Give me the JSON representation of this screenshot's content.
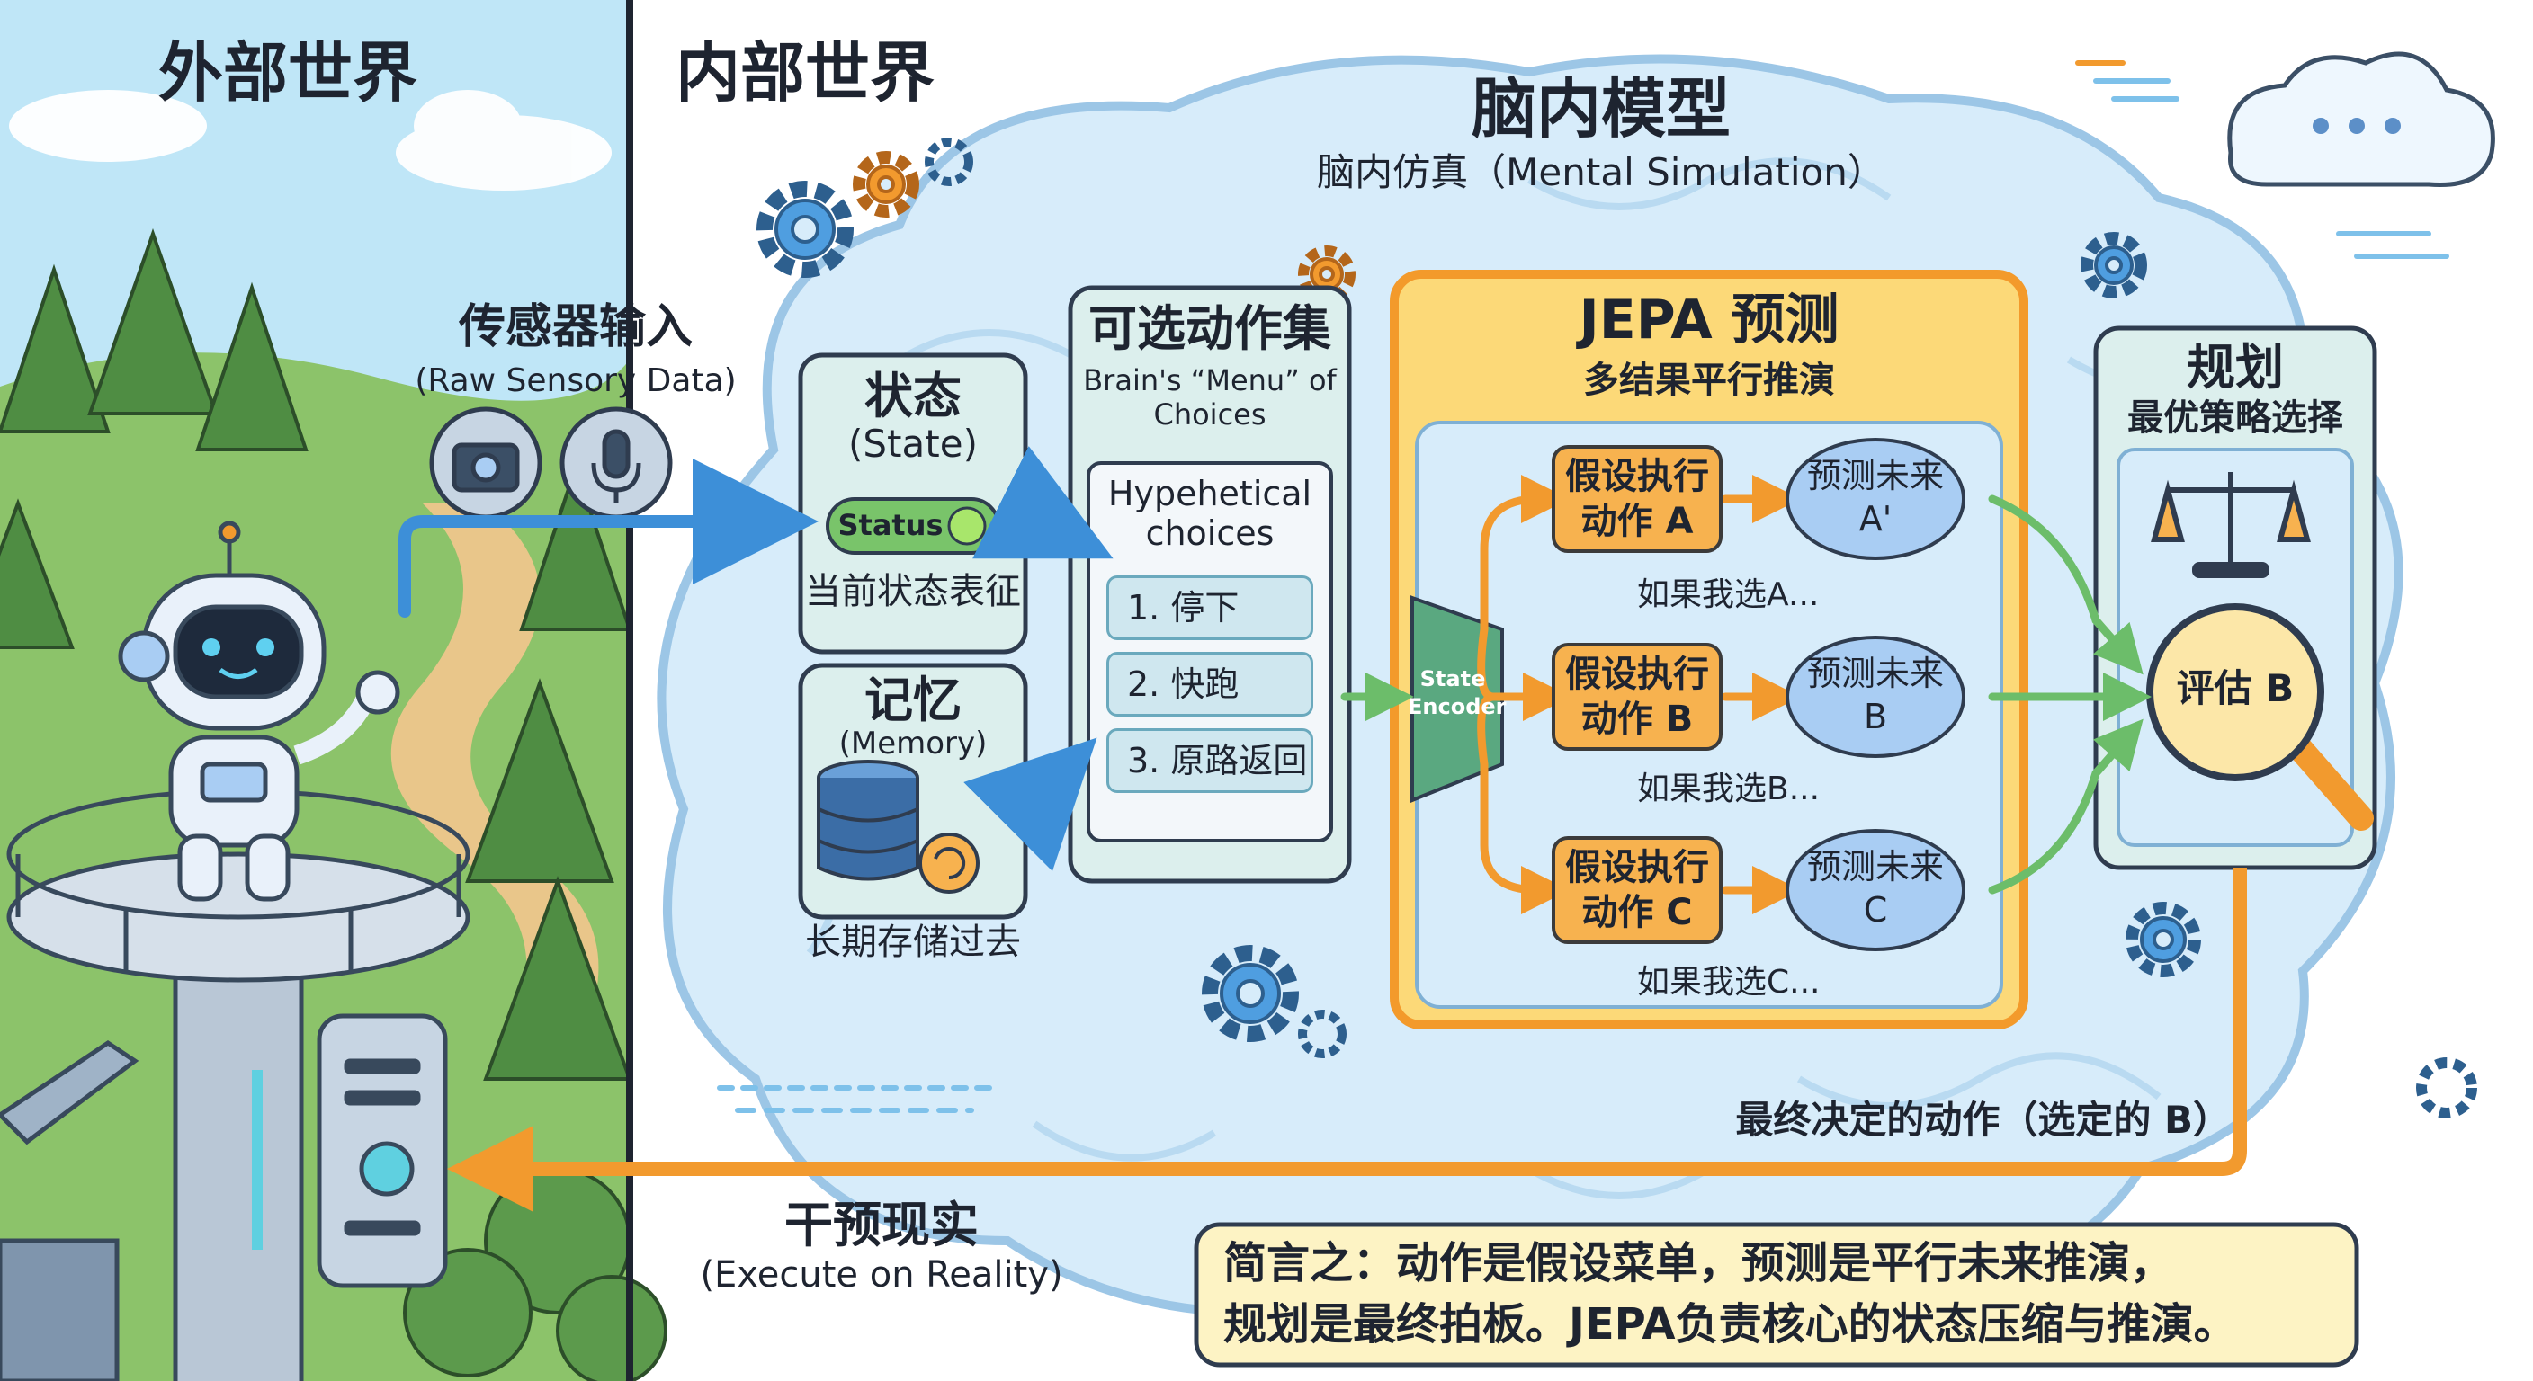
{
  "world": {
    "external_title": "外部世界",
    "internal_title": "内部世界"
  },
  "brain": {
    "title": "脑内模型",
    "subtitle": "脑内仿真（Mental Simulation）"
  },
  "sensor": {
    "title": "传感器输入",
    "subtitle": "(Raw Sensory Data)"
  },
  "state": {
    "title": "状态",
    "subtitle": "(State)",
    "badge": "Status",
    "caption": "当前状态表征"
  },
  "memory": {
    "title": "记忆",
    "subtitle": "(Memory)",
    "caption": "长期存储过去"
  },
  "menu": {
    "title": "可选动作集",
    "subtitle_line1": "Brain's “Menu” of",
    "subtitle_line2": "Choices",
    "card_title_line1": "Hypehetical",
    "card_title_line2": "choices",
    "items": [
      "1. 停下",
      "2. 快跑",
      "3. 原路返回"
    ]
  },
  "encoder": {
    "line1": "State",
    "line2": "Encoder"
  },
  "jepa": {
    "title": "JEPA 预测",
    "subtitle": "多结果平行推演",
    "branches": [
      {
        "action_line1": "假设执行",
        "action_line2": "动作 A",
        "predict_line1": "预测未来",
        "predict_line2": "A'",
        "if_selected": "如果我选A..."
      },
      {
        "action_line1": "假设执行",
        "action_line2": "动作 B",
        "predict_line1": "预测未来",
        "predict_line2": "B",
        "if_selected": "如果我选B..."
      },
      {
        "action_line1": "假设执行",
        "action_line2": "动作 C",
        "predict_line1": "预测未来",
        "predict_line2": "C",
        "if_selected": "如果我选C..."
      }
    ]
  },
  "planning": {
    "title": "规划",
    "subtitle": "最优策略选择",
    "evaluate": "评估 B"
  },
  "final_action": "最终决定的动作（选定的 B）",
  "execute": {
    "title": "干预现实",
    "subtitle": "(Execute on Reality)"
  },
  "summary": {
    "line1": "简言之：动作是假设菜单，预测是平行未来推演，",
    "line2": "规划是最终拍板。JEPA负责核心的状态压缩与推演。"
  },
  "colors": {
    "sky": "#bfe6f7",
    "forest": "#5c9a4c",
    "brain_fill": "#d7ecfa",
    "brain_outline": "#9cc6e6",
    "panel_teal": "#dcefed",
    "jepa_orange": "#f39a2b",
    "jepa_yellow": "#fcd978",
    "arrow_blue": "#3d8fd8",
    "arrow_orange": "#f29a2e",
    "arrow_green": "#6cbd6a",
    "summary_bg": "#fdf3c4"
  },
  "icons": [
    "camera-icon",
    "microphone-icon",
    "database-icon",
    "refresh-icon",
    "scales-icon",
    "magnifier-icon",
    "gear-icon",
    "cloud-icon",
    "robot-icon",
    "door-control-icon"
  ]
}
